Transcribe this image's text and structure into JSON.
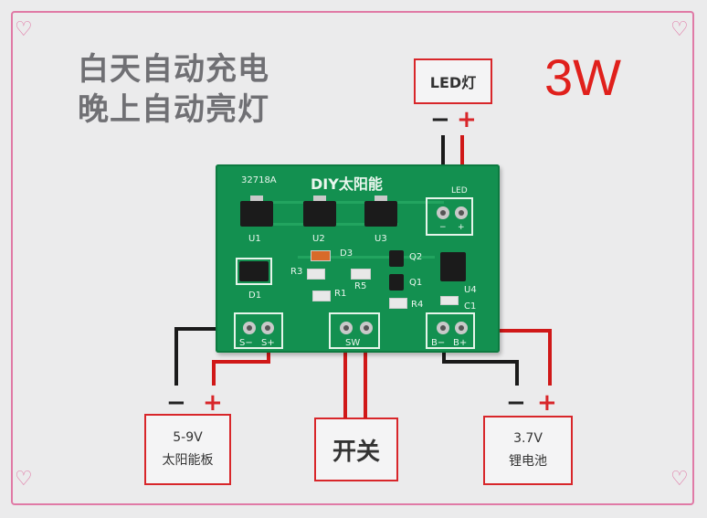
{
  "headline": {
    "line1": "白天自动充电",
    "line2": "晚上自动亮灯"
  },
  "power_label": "3W",
  "led_box": {
    "label": "LED灯"
  },
  "solar_box": {
    "voltage": "5-9V",
    "label": "太阳能板"
  },
  "switch_box": {
    "label": "开关"
  },
  "battery_box": {
    "voltage": "3.7V",
    "label": "锂电池"
  },
  "signs": {
    "minus": "−",
    "plus": "+"
  },
  "pcb": {
    "model": "32718A",
    "brand": "DIY太阳能",
    "led_label": "LED",
    "led_minus": "−",
    "led_plus": "+",
    "u1": "U1",
    "u2": "U2",
    "u3": "U3",
    "u4": "U4",
    "d1": "D1",
    "d3": "D3",
    "q1": "Q1",
    "q2": "Q2",
    "r1": "R1",
    "r3": "R3",
    "r4": "R4",
    "r5": "R5",
    "c1": "C1",
    "s_minus": "S−",
    "s_plus": "S+",
    "sw_label": "SW",
    "b_minus": "B−",
    "b_plus": "B+"
  },
  "colors": {
    "frame": "#e07aa6",
    "accent_red": "#e0201c",
    "pcb_green": "#139050"
  }
}
